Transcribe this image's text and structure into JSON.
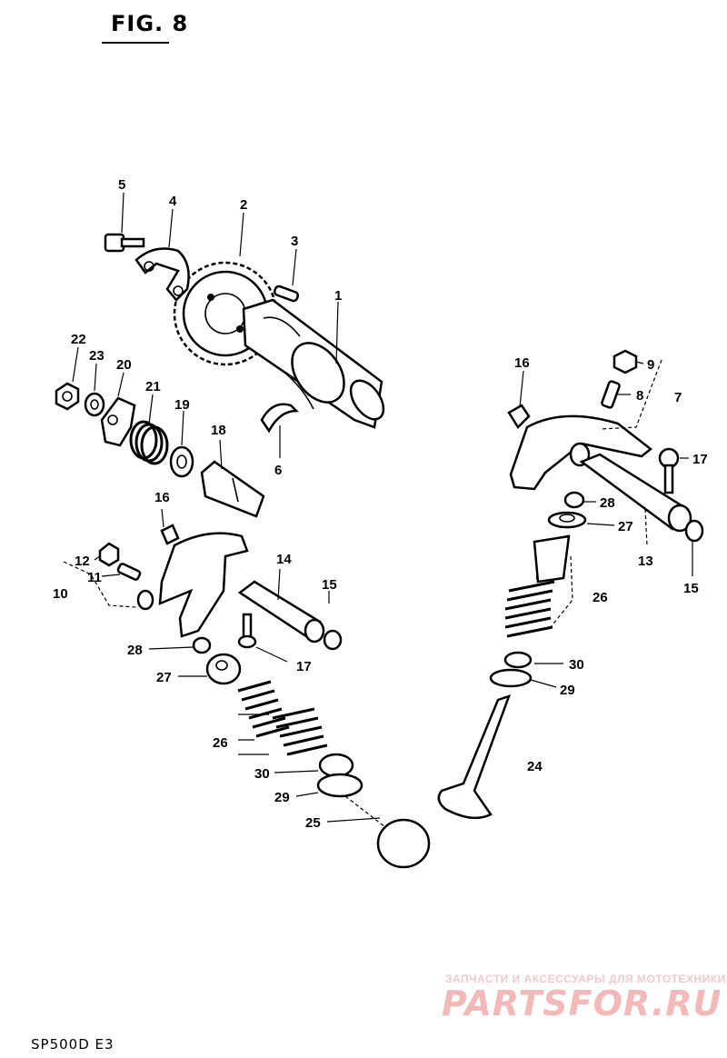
{
  "figure": {
    "title": "FIG. 8",
    "model_code": "SP500D E3"
  },
  "watermark": {
    "tagline": "ЗАПЧАСТИ И АКСЕССУАРЫ ДЛЯ МОТОТЕХНИКИ",
    "site": "PARTSFOR.RU"
  },
  "callouts": [
    {
      "id": "c1",
      "text": "1"
    },
    {
      "id": "c2",
      "text": "2"
    },
    {
      "id": "c3",
      "text": "3"
    },
    {
      "id": "c4",
      "text": "4"
    },
    {
      "id": "c5",
      "text": "5"
    },
    {
      "id": "c6",
      "text": "6"
    },
    {
      "id": "c7",
      "text": "7"
    },
    {
      "id": "c8",
      "text": "8"
    },
    {
      "id": "c9",
      "text": "9"
    },
    {
      "id": "c10",
      "text": "10"
    },
    {
      "id": "c11",
      "text": "11"
    },
    {
      "id": "c12",
      "text": "12"
    },
    {
      "id": "c13",
      "text": "13"
    },
    {
      "id": "c14",
      "text": "14"
    },
    {
      "id": "c15a",
      "text": "15"
    },
    {
      "id": "c15b",
      "text": "15"
    },
    {
      "id": "c16a",
      "text": "16"
    },
    {
      "id": "c16b",
      "text": "16"
    },
    {
      "id": "c17a",
      "text": "17"
    },
    {
      "id": "c17b",
      "text": "17"
    },
    {
      "id": "c18",
      "text": "18"
    },
    {
      "id": "c19",
      "text": "19"
    },
    {
      "id": "c20",
      "text": "20"
    },
    {
      "id": "c21",
      "text": "21"
    },
    {
      "id": "c22",
      "text": "22"
    },
    {
      "id": "c23",
      "text": "23"
    },
    {
      "id": "c24",
      "text": "24"
    },
    {
      "id": "c25",
      "text": "25"
    },
    {
      "id": "c26a",
      "text": "26"
    },
    {
      "id": "c26b",
      "text": "26"
    },
    {
      "id": "c27a",
      "text": "27"
    },
    {
      "id": "c27b",
      "text": "27"
    },
    {
      "id": "c28a",
      "text": "28"
    },
    {
      "id": "c28b",
      "text": "28"
    },
    {
      "id": "c29a",
      "text": "29"
    },
    {
      "id": "c29b",
      "text": "29"
    },
    {
      "id": "c30a",
      "text": "30"
    },
    {
      "id": "c30b",
      "text": "30"
    }
  ]
}
